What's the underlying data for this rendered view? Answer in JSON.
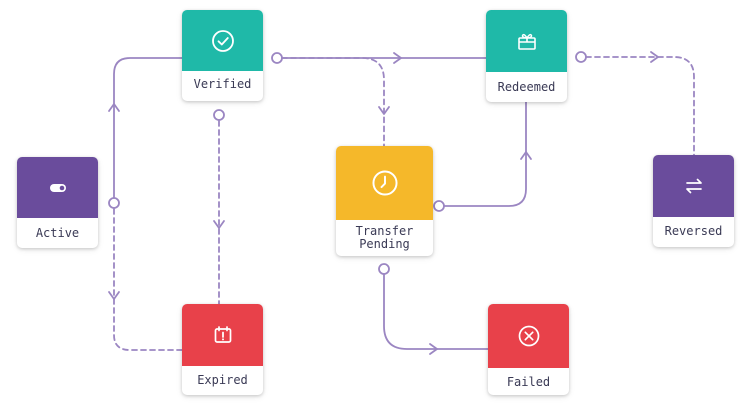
{
  "colors": {
    "teal": "#1fb9a8",
    "purple": "#6a4c9c",
    "yellow": "#f5b82a",
    "red": "#e8414a",
    "edge": "#9b86c2"
  },
  "nodes": {
    "active": {
      "label": "Active",
      "color": "#6a4c9c",
      "icon": "toggle-icon"
    },
    "verified": {
      "label": "Verified",
      "color": "#1fb9a8",
      "icon": "check-circle-icon"
    },
    "expired": {
      "label": "Expired",
      "color": "#e8414a",
      "icon": "calendar-alert-icon"
    },
    "transfer": {
      "label": "Transfer\nPending",
      "color": "#f5b82a",
      "icon": "clock-icon"
    },
    "redeemed": {
      "label": "Redeemed",
      "color": "#1fb9a8",
      "icon": "gift-card-icon"
    },
    "failed": {
      "label": "Failed",
      "color": "#e8414a",
      "icon": "x-circle-icon"
    },
    "reversed": {
      "label": "Reversed",
      "color": "#6a4c9c",
      "icon": "swap-arrows-icon"
    }
  },
  "edges": [
    {
      "from": "active",
      "to": "verified",
      "style": "solid"
    },
    {
      "from": "active",
      "to": "expired",
      "style": "dashed"
    },
    {
      "from": "verified",
      "to": "expired",
      "style": "dashed"
    },
    {
      "from": "verified",
      "to": "redeemed",
      "style": "solid"
    },
    {
      "from": "verified",
      "to": "transfer",
      "style": "dashed"
    },
    {
      "from": "transfer",
      "to": "redeemed",
      "style": "solid"
    },
    {
      "from": "transfer",
      "to": "failed",
      "style": "solid"
    },
    {
      "from": "redeemed",
      "to": "reversed",
      "style": "dashed"
    }
  ]
}
